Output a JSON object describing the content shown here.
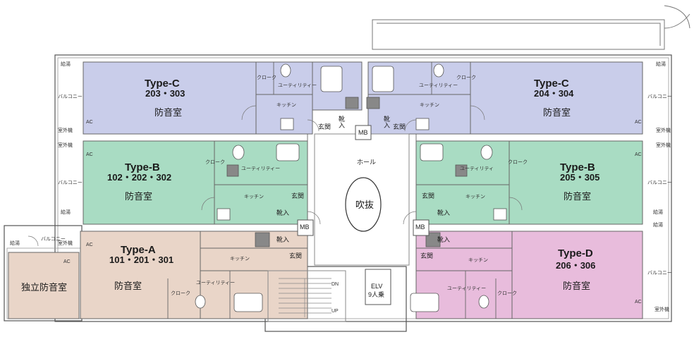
{
  "units": [
    {
      "id": "c-left",
      "type": "Type-C",
      "numbers": "203・303",
      "room": "防音室",
      "color": "#c9cdea"
    },
    {
      "id": "c-right",
      "type": "Type-C",
      "numbers": "204・304",
      "room": "防音室",
      "color": "#c9cdea"
    },
    {
      "id": "b-left",
      "type": "Type-B",
      "numbers": "102・202・302",
      "room": "防音室",
      "color": "#a9dcc3"
    },
    {
      "id": "b-right",
      "type": "Type-B",
      "numbers": "205・305",
      "room": "防音室",
      "color": "#a9dcc3"
    },
    {
      "id": "a",
      "type": "Type-A",
      "numbers": "101・201・301",
      "room": "防音室",
      "extra_room": "独立防音室",
      "color": "#e9d5c8"
    },
    {
      "id": "d",
      "type": "Type-D",
      "numbers": "206・306",
      "room": "防音室",
      "color": "#e8bcdc"
    }
  ],
  "common": {
    "hall": "ホール",
    "atrium": "吹抜",
    "mb": "MB",
    "elevator_line1": "ELV",
    "elevator_line2": "9人乗",
    "up": "UP",
    "dn": "DN"
  },
  "labels": {
    "kitchen": "キッチン",
    "genkan": "玄関",
    "kutsunyu": "靴入",
    "utility": "ユーティリティー",
    "utility_short": "ユーティリティ",
    "closet": "クローク",
    "balcony": "バルコニー",
    "kyuto": "給湯",
    "outdoor_unit": "室外機",
    "ac": "AC"
  }
}
